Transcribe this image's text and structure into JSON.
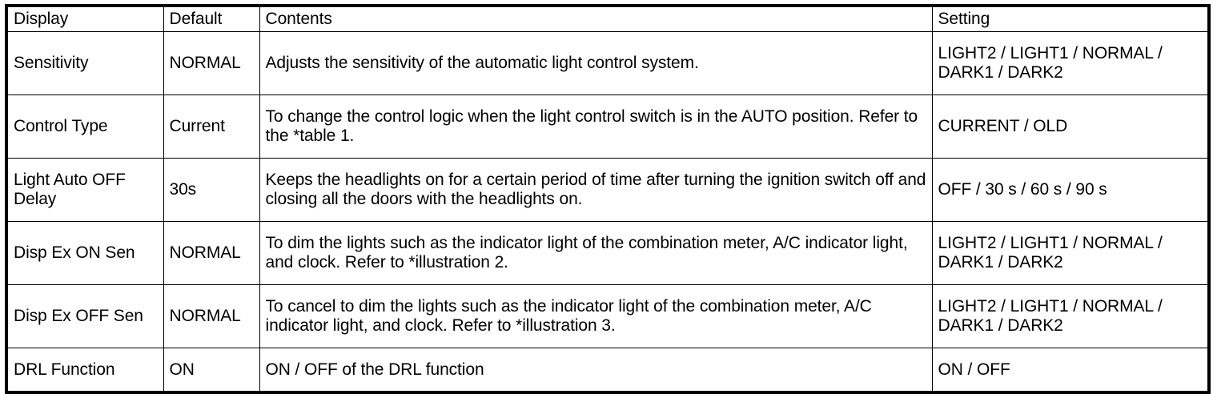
{
  "table": {
    "columns": [
      {
        "key": "display",
        "label": "Display"
      },
      {
        "key": "default",
        "label": "Default"
      },
      {
        "key": "contents",
        "label": "Contents"
      },
      {
        "key": "setting",
        "label": "Setting"
      }
    ],
    "rows": [
      {
        "display": "Sensitivity",
        "default": "NORMAL",
        "contents": "Adjusts the sensitivity of the automatic light control system.",
        "setting": "LIGHT2 / LIGHT1 / NORMAL / DARK1 / DARK2"
      },
      {
        "display": "Control Type",
        "default": "Current",
        "contents": "To change the control logic when the light control switch is in the AUTO position. Refer to the *table 1.",
        "setting": "CURRENT / OLD"
      },
      {
        "display": "Light Auto OFF Delay",
        "default": "30s",
        "contents": "Keeps the headlights on for a certain period of time after turning the ignition switch off and closing all the doors with the headlights on.",
        "setting": "OFF / 30 s / 60 s / 90 s"
      },
      {
        "display": "Disp Ex ON Sen",
        "default": "NORMAL",
        "contents": "To dim the lights such as the indicator light of the combination meter, A/C indicator light, and clock. Refer to *illustration 2.",
        "setting": "LIGHT2 / LIGHT1 / NORMAL / DARK1 / DARK2"
      },
      {
        "display": "Disp Ex OFF Sen",
        "default": "NORMAL",
        "contents": "To cancel to dim the lights such as the indicator light of the combination meter, A/C indicator light, and clock. Refer to *illustration 3.",
        "setting": "LIGHT2 / LIGHT1 / NORMAL / DARK1 / DARK2"
      },
      {
        "display": "DRL Function",
        "default": "ON",
        "contents": "ON / OFF of the DRL function",
        "setting": "ON / OFF"
      }
    ]
  },
  "colors": {
    "border": "#000000",
    "background": "#ffffff",
    "text": "#000000"
  }
}
